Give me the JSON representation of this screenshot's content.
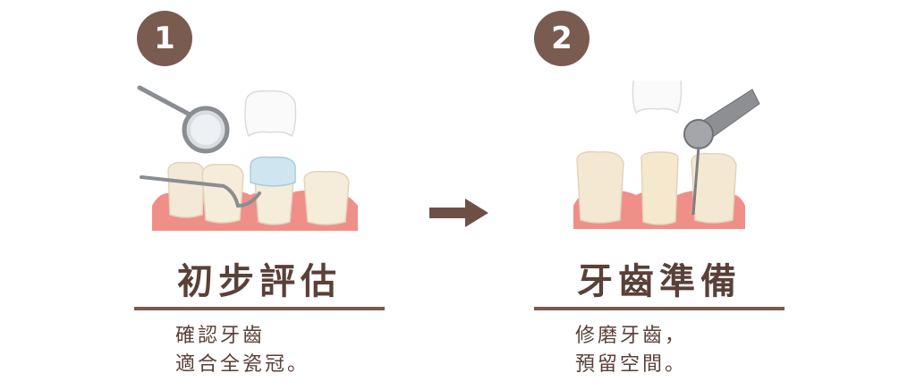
{
  "steps": [
    {
      "number": "1",
      "title": "初步評估",
      "desc_lines": [
        "確認牙齒",
        "適合全瓷冠。"
      ]
    },
    {
      "number": "2",
      "title": "牙齒準備",
      "desc_lines": [
        "修磨牙齒，",
        "預留空間。"
      ]
    }
  ],
  "colors": {
    "accent": "#7a5b50",
    "text": "#5a4038",
    "gum": "#ef8f88",
    "tooth": "#f4ead8"
  }
}
